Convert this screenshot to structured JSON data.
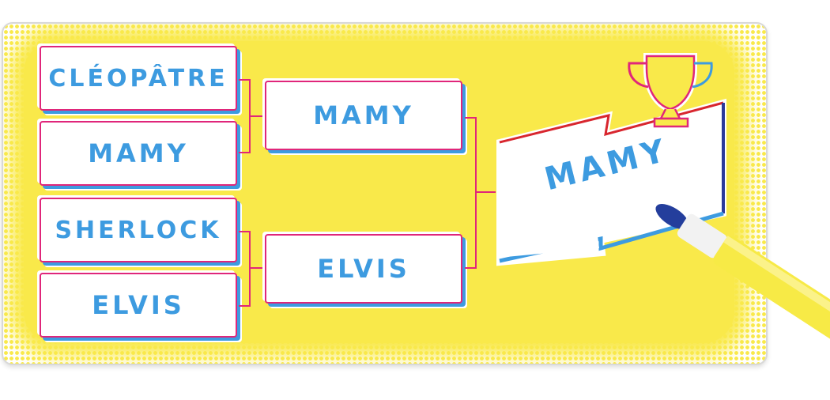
{
  "bracket": {
    "round1": [
      "CLÉOPÂTRE",
      "MAMY",
      "SHERLOCK",
      "ELVIS"
    ],
    "round2": [
      "MAMY",
      "ELVIS"
    ],
    "winner": "MAMY"
  },
  "icons": {
    "trophy": "trophy-icon",
    "marker": "marker-pen"
  },
  "colors": {
    "background": "#f9e94a",
    "text": "#3d9be0",
    "connector": "#e0267a"
  }
}
